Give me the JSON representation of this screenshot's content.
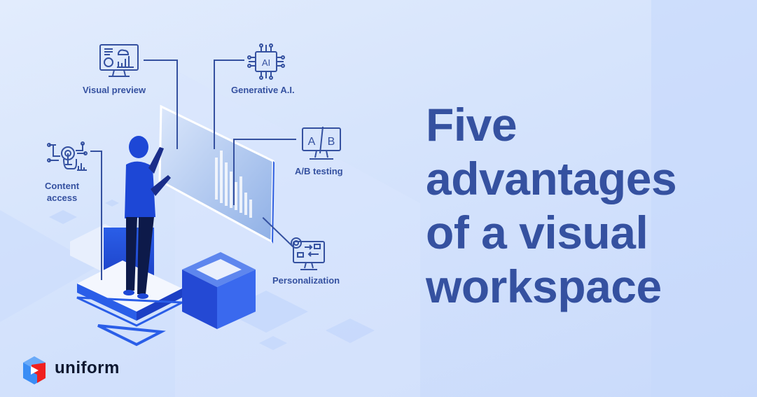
{
  "headline": {
    "lines": [
      "Five",
      "advantages",
      "of a visual",
      "workspace"
    ],
    "color": "#3551a0"
  },
  "features": [
    {
      "label": "Visual preview",
      "icon": "monitor-analytics-icon"
    },
    {
      "label": "Generative A.I.",
      "icon": "ai-chip-icon"
    },
    {
      "label": "A/B testing",
      "icon": "ab-monitor-icon"
    },
    {
      "label": "Content access",
      "label_lines": [
        "Content",
        "access"
      ],
      "icon": "touch-circuit-icon"
    },
    {
      "label": "Personalization",
      "icon": "gear-monitor-icon"
    }
  ],
  "brand": {
    "name": "uniform",
    "logo_icon": "uniform-logo-icon",
    "colors": {
      "blue": "#3a8df5",
      "red": "#f0201e",
      "text": "#0d1730"
    }
  },
  "illustration": {
    "description": "Isometric person touching a floating analytics screen on stacked platforms"
  }
}
